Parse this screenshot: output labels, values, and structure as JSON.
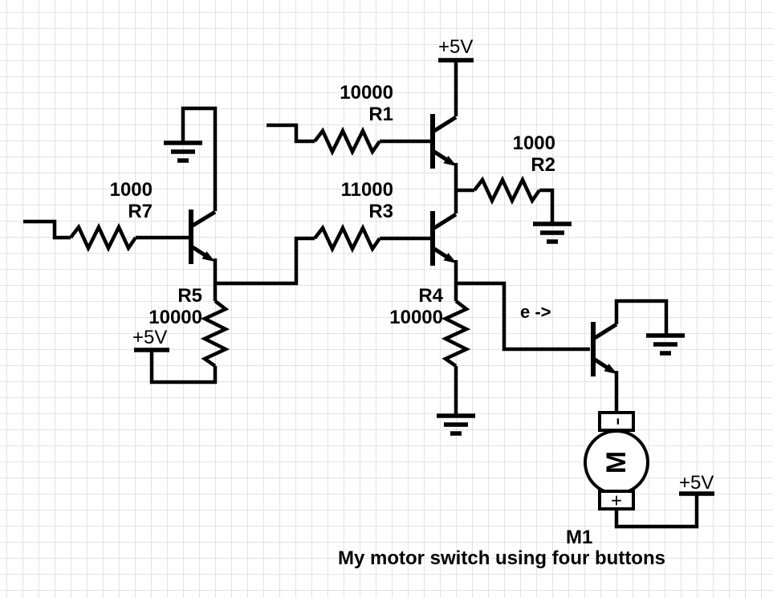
{
  "caption": "My motor switch using four buttons",
  "supplies": {
    "top": "+5V",
    "left": "+5V",
    "motor": "+5V"
  },
  "resistors": {
    "r1": {
      "value": "10000",
      "ref": "R1"
    },
    "r2": {
      "value": "1000",
      "ref": "R2"
    },
    "r3": {
      "value": "11000",
      "ref": "R3"
    },
    "r4": {
      "value": "10000",
      "ref": "R4"
    },
    "r5": {
      "value": "10000",
      "ref": "R5"
    },
    "r7": {
      "value": "1000",
      "ref": "R7"
    }
  },
  "motor": {
    "ref": "M1",
    "symbol": "M",
    "positive_terminal": "+",
    "negative_terminal": "-"
  },
  "annotations": {
    "emitter_note": "e ->"
  },
  "colors": {
    "wire": "#000000",
    "grid": "#e3e3e3",
    "background": "#ffffff",
    "text": "#000000"
  }
}
